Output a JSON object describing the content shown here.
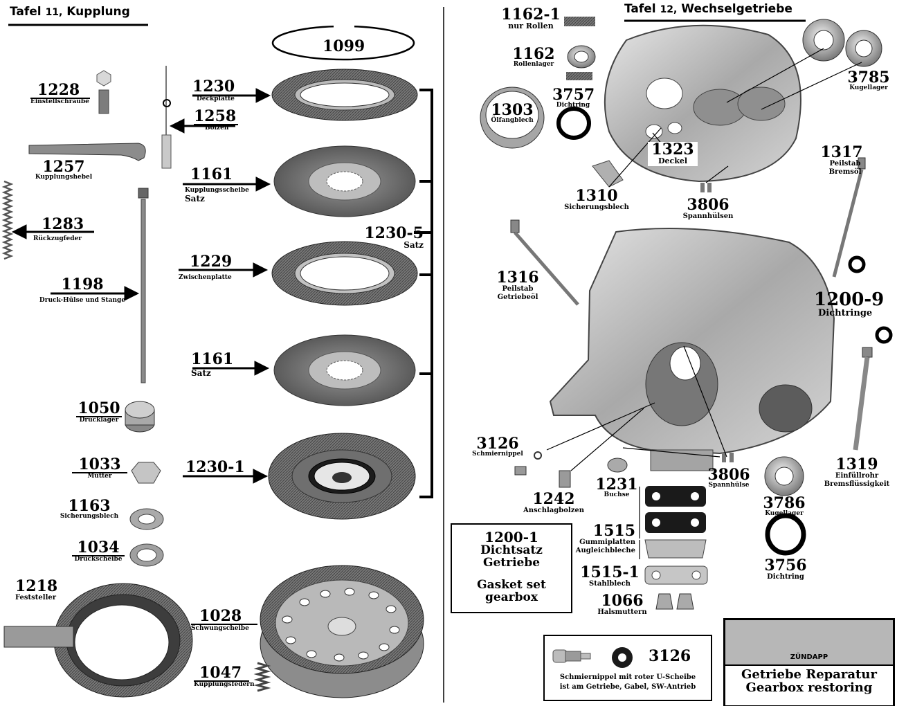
{
  "left_title": {
    "tafel": "Tafel",
    "num": "11,",
    "name": "Kupplung"
  },
  "right_title": {
    "tafel": "Tafel",
    "num": "12,",
    "name": "Wechselgetriebe"
  },
  "parts_left": {
    "p1099": {
      "num": "1099"
    },
    "p1228": {
      "num": "1228",
      "desc": "Einstellschraube"
    },
    "p1230": {
      "num": "1230",
      "desc": "Deckplatte"
    },
    "p1258": {
      "num": "1258",
      "desc": "Bolzen"
    },
    "p1257": {
      "num": "1257",
      "desc": "Kupplungshebel"
    },
    "p1161a": {
      "num": "1161",
      "desc": "Kupplungsscheibe",
      "extra": "Satz"
    },
    "p1283": {
      "num": "1283",
      "desc": "Rückzugfeder"
    },
    "p1230_5": {
      "num": "1230-5",
      "desc": "Satz"
    },
    "p1229": {
      "num": "1229",
      "desc": "Zwischenplatte"
    },
    "p1198": {
      "num": "1198",
      "desc": "Druck-Hülse und Stange"
    },
    "p1161b": {
      "num": "1161",
      "desc": "Satz"
    },
    "p1050": {
      "num": "1050",
      "desc": "Drucklager"
    },
    "p1033": {
      "num": "1033",
      "desc": "Mutter"
    },
    "p1230_1": {
      "num": "1230-1"
    },
    "p1163": {
      "num": "1163",
      "desc": "Sicherungsblech"
    },
    "p1034": {
      "num": "1034",
      "desc": "Druckscheibe"
    },
    "p1218": {
      "num": "1218",
      "desc": "Feststeller"
    },
    "p1028": {
      "num": "1028",
      "desc": "Schwungscheibe"
    },
    "p1047": {
      "num": "1047",
      "desc": "Kupplungsfedern"
    }
  },
  "parts_right": {
    "p1162_1": {
      "num": "1162-1",
      "desc": "nur Rollen"
    },
    "p1162": {
      "num": "1162",
      "desc": "Rollenlager"
    },
    "p1303": {
      "num": "1303",
      "desc": "Ölfangblech"
    },
    "p3757": {
      "num": "3757",
      "desc": "Dichtring"
    },
    "p3785": {
      "num": "3785",
      "desc": "Kugellager"
    },
    "p1323": {
      "num": "1323",
      "desc": "Deckel"
    },
    "p1317": {
      "num": "1317",
      "desc": "Peilstab",
      "desc2": "Bremsöl"
    },
    "p1310": {
      "num": "1310",
      "desc": "Sicherungsblech"
    },
    "p3806a": {
      "num": "3806",
      "desc": "Spannhülsen"
    },
    "p1316": {
      "num": "1316",
      "desc": "Peilstab",
      "desc2": "Getriebeöl"
    },
    "p1200_9": {
      "num": "1200-9",
      "desc": "Dichtringe"
    },
    "p3126a": {
      "num": "3126",
      "desc": "Schmiernippel"
    },
    "p1231": {
      "num": "1231",
      "desc": "Buchse"
    },
    "p3806b": {
      "num": "3806",
      "desc": "Spannhülse"
    },
    "p1319": {
      "num": "1319",
      "desc": "Einfüllrohr",
      "desc2": "Bremsflüssigkeit"
    },
    "p1242": {
      "num": "1242",
      "desc": "Anschlagbolzen"
    },
    "p3786": {
      "num": "3786",
      "desc": "Kugellager"
    },
    "p1515": {
      "num": "1515",
      "desc": "Gummiplatten",
      "desc2": "Augleichbleche"
    },
    "p3756": {
      "num": "3756",
      "desc": "Dichtring"
    },
    "p1515_1": {
      "num": "1515-1",
      "desc": "Stahlblech"
    },
    "p1066": {
      "num": "1066",
      "desc": "Halsmuttern"
    }
  },
  "gasket_box": {
    "line1": "1200-1",
    "line2": "Dichtsatz",
    "line3": "Getriebe",
    "line4": "Gasket set",
    "line5": "gearbox"
  },
  "nipple_box": {
    "num": "3126",
    "line1": "Schmiernippel mit roter U-Scheibe",
    "line2": "ist am Getriebe, Gabel, SW-Antrieb"
  },
  "brand_box": {
    "brand": "ZÜNDAPP",
    "line1": "Getriebe Reparatur",
    "line2": "Gearbox restoring"
  },
  "colors": {
    "ink": "#000000",
    "metal_dark": "#555555",
    "metal_mid": "#8a8a8a",
    "metal_light": "#c8c8c8",
    "brand_bg": "#b7b7b7"
  }
}
